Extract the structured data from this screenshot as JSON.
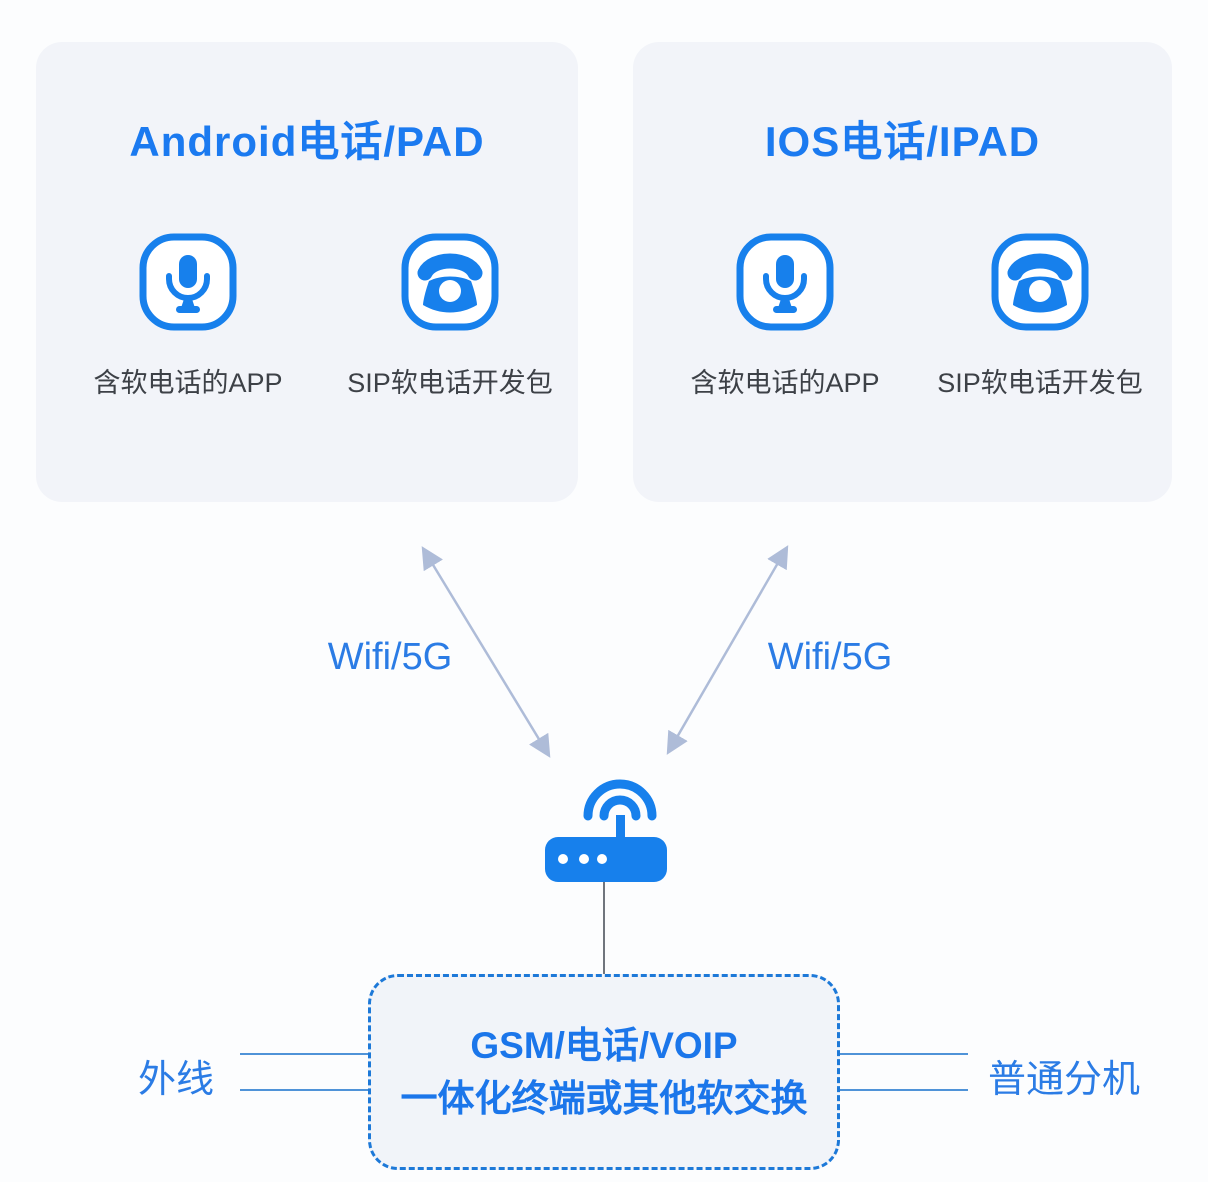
{
  "colors": {
    "primary_blue": "#1b7af0",
    "icon_blue": "#1780ec",
    "label_text": "#3d4147",
    "arrow_gray_blue": "#aebcd8",
    "card_background": "#f2f4f9",
    "dashed_border_blue": "#1d79d8",
    "connector_blue": "#4f93d8"
  },
  "cards": [
    {
      "id": "android",
      "title": "Android电话/PAD",
      "items": [
        {
          "icon": "microphone-icon",
          "label": "含软电话的APP"
        },
        {
          "icon": "telephone-icon",
          "label": "SIP软电话开发包"
        }
      ]
    },
    {
      "id": "ios",
      "title": "IOS电话/IPAD",
      "items": [
        {
          "icon": "microphone-icon",
          "label": "含软电话的APP"
        },
        {
          "icon": "telephone-icon",
          "label": "SIP软电话开发包"
        }
      ]
    }
  ],
  "links": [
    {
      "label": "Wifi/5G"
    },
    {
      "label": "Wifi/5G"
    }
  ],
  "router": {
    "icon": "wifi-router-icon"
  },
  "gateway_box": {
    "line1": "GSM/电话/VOIP",
    "line2": "一体化终端或其他软交换"
  },
  "side_labels": {
    "left": "外线",
    "right": "普通分机"
  }
}
